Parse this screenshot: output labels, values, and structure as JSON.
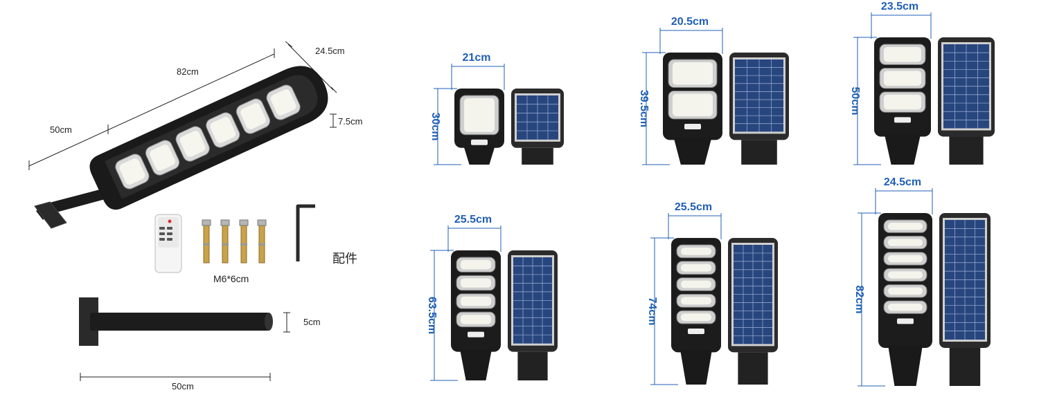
{
  "colors": {
    "dim_blue": "#1f5fb4",
    "body_black": "#1c1c1c",
    "panel_blue": "#28467e"
  },
  "main_product": {
    "length": "82cm",
    "width": "24.5cm",
    "height": "7.5cm",
    "arm_length": "50cm"
  },
  "accessories": {
    "label": "配件",
    "bolt_size": "M6*6cm",
    "items": [
      "remote-control",
      "expansion-bolts",
      "allen-key"
    ]
  },
  "bracket": {
    "diameter": "5cm",
    "length": "50cm"
  },
  "models": [
    {
      "width": "21cm",
      "height": "30cm",
      "led_modules": 1
    },
    {
      "width": "20.5cm",
      "height": "39.5cm",
      "led_modules": 2
    },
    {
      "width": "23.5cm",
      "height": "50cm",
      "led_modules": 3
    },
    {
      "width": "25.5cm",
      "height": "63.5cm",
      "led_modules": 4
    },
    {
      "width": "25.5cm",
      "height": "74cm",
      "led_modules": 5
    },
    {
      "width": "24.5cm",
      "height": "82cm",
      "led_modules": 6
    }
  ]
}
